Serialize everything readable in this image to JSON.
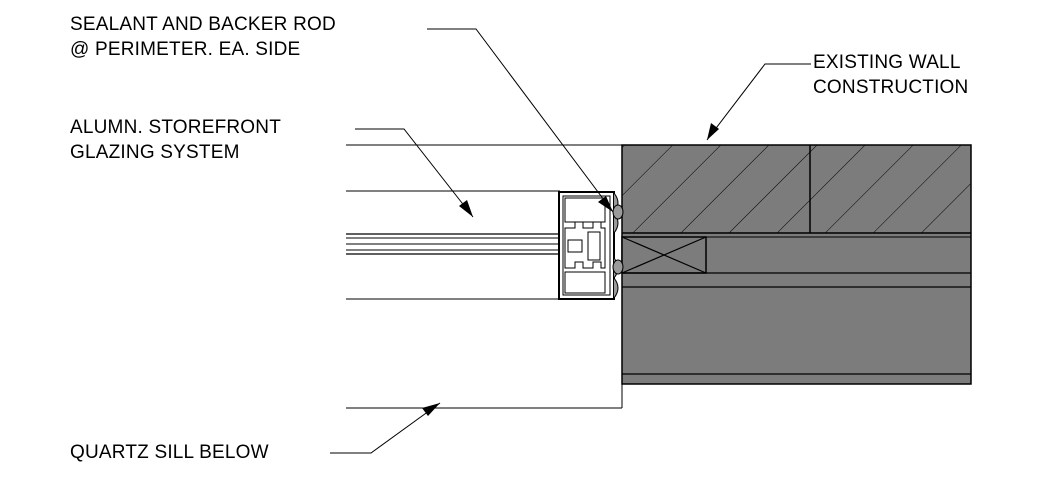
{
  "labels": {
    "sealant_line1": "SEALANT AND BACKER ROD",
    "sealant_line2": "@ PERIMETER. EA. SIDE",
    "existing_line1": "EXISTING WALL",
    "existing_line2": "CONSTRUCTION",
    "storefront_line1": "ALUMN. STOREFRONT",
    "storefront_line2": "GLAZING SYSTEM",
    "sill": "QUARTZ SILL BELOW"
  },
  "colors": {
    "wall_fill": "#7c7c7c",
    "line": "#000000",
    "background": "#ffffff"
  }
}
